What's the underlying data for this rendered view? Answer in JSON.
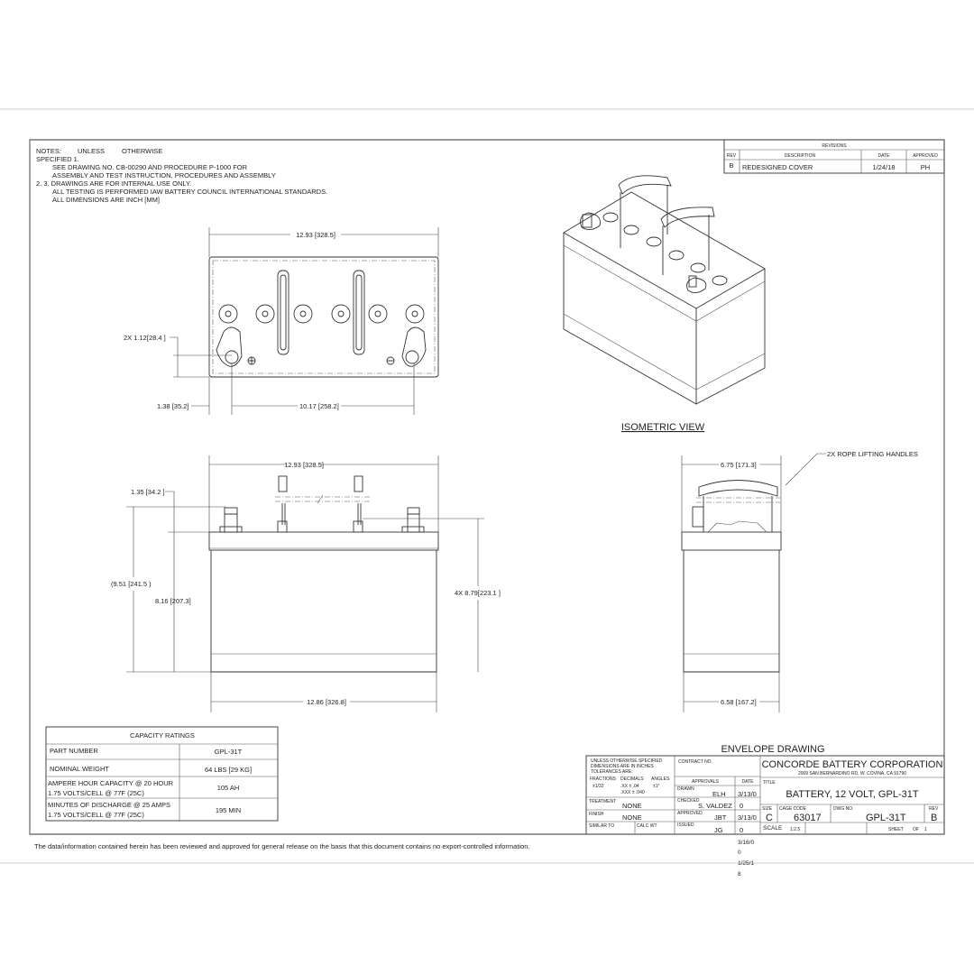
{
  "notes": {
    "line1a": "NOTES:",
    "line1b": "UNLESS",
    "line1c": "OTHERWISE",
    "line2": "SPECIFIED 1.",
    "line3": "SEE DRAWING NO. CB-00290 AND PROCEDURE P-1000 FOR",
    "line4": "ASSEMBLY AND TEST INSTRUCTION, PROCEDURES AND ASSEMBLY",
    "line5": "2. 3.  DRAWINGS ARE FOR INTERNAL USE ONLY.",
    "line6": "ALL TESTING IS PERFORMED IAW BATTERY COUNCIL INTERNATIONAL STANDARDS.",
    "line7": "ALL DIMENSIONS ARE INCH [MM]"
  },
  "revisions": {
    "title": "REVISIONS",
    "headers": [
      "REV",
      "DESCRIPTION",
      "DATE",
      "APPROVED"
    ],
    "rows": [
      {
        "rev": "B",
        "description": "REDESIGNED COVER",
        "date": "1/24/18",
        "approved": "PH"
      }
    ]
  },
  "top_view": {
    "width_dim": "12.93",
    "width_dim_mm": "328.5",
    "hole_dim": "2X 1.12",
    "hole_dim_mm": "28.4",
    "edge_dim": "1.38",
    "edge_dim_mm": "35.2",
    "spacing_dim": "10.17",
    "spacing_dim_mm": "258.2"
  },
  "isometric": {
    "label": "ISOMETRIC VIEW"
  },
  "front_view": {
    "width_top_dim": "12.93",
    "width_top_dim_mm": "328.5",
    "width_bottom_dim": "12.86",
    "width_bottom_dim_mm": "326.8",
    "terminal_dim": "1.35",
    "terminal_dim_mm": "34.2",
    "overall_height_dim": "(9.51",
    "overall_height_dim_mm": "241.5 )",
    "case_height_dim": "8.16",
    "case_height_dim_mm": "207.3",
    "handle_dim": "4X 8.79",
    "handle_dim_mm": "223.1"
  },
  "side_view": {
    "top_dim": "6.75",
    "top_dim_mm": "171.3",
    "bottom_dim": "6.58",
    "bottom_dim_mm": "167.2",
    "callout": "2X ROPE LIFTING HANDLES"
  },
  "capacity_table": {
    "title": "CAPACITY RATINGS",
    "rows": [
      {
        "label": "PART NUMBER",
        "value": "GPL-31T"
      },
      {
        "label": "NOMINAL WEIGHT",
        "value": "64 LBS [29 KG]"
      },
      {
        "label": "AMPERE HOUR CAPACITY @ 20 HOUR",
        "label2": "1.75 VOLTS/CELL @ 77F (25C)",
        "value": "105 AH"
      },
      {
        "label": "MINUTES OF DISCHARGE @ 25 AMPS",
        "label2": "1.75 VOLTS/CELL @ 77F (25C)",
        "value": "195 MIN"
      }
    ]
  },
  "title_block": {
    "drawing_type": "ENVELOPE DRAWING",
    "tolerance_1": "UNLESS OTHERWISE SPECIFIED",
    "tolerance_2": "DIMENSIONS ARE IN INCHES",
    "tolerance_3": "TOLERANCES ARE:",
    "fractions_label": "FRACTIONS",
    "decimals_label": "DECIMALS",
    "angles_label": "ANGLES",
    "fractions_value": "±1/32",
    "decimals_value_1": ".XX ± .04",
    "decimals_value_2": ".XXX ± .040",
    "angles_value": "±1°",
    "contract_label": "CONTRACT NO.",
    "approvals_label": "APPROVALS",
    "date_label": "DATE",
    "treatment_label": "TREATMENT",
    "treatment_value": "NONE",
    "finish_label": "FINISH",
    "finish_value": "NONE",
    "similar_label": "SIMILAR TO",
    "calc_wt_label": "CALC WT",
    "drawn_label": "DRAWN",
    "drawn_by": "ELH",
    "drawn_date": "3/13/0",
    "checked_label": "CHECKED",
    "checked_by": "S. VALDEZ",
    "checked_date": "0",
    "approved_label": "APPROVED",
    "approved_by": "JBT",
    "approved_date": "3/13/0",
    "issued_label": "ISSUED",
    "issued_by": "JG",
    "issued_date": "0",
    "overflow_1": "3/16/0",
    "overflow_2": "0",
    "overflow_3": "1/25/1",
    "overflow_4": "8",
    "company": "CONCORDE BATTERY CORPORATION",
    "address": "2009 SAN BERNARDINO RD, W. COVINA, CA 91790",
    "title_label": "TITLE",
    "title": "BATTERY, 12 VOLT, GPL-31T",
    "size_label": "SIZE",
    "size": "C",
    "cage_label": "CAGE CODE",
    "cage": "63017",
    "dwg_label": "DWG NO.",
    "dwg": "GPL-31T",
    "rev_label": "REV",
    "rev": "B",
    "scale_label": "SCALE",
    "scale": "1:2.5",
    "sheet_label": "SHEET",
    "of_label": "OF",
    "sheet_total": "1"
  },
  "footer": "The data/information contained herein has been reviewed and approved for general release on the basis that this document contains no export-controlled information."
}
